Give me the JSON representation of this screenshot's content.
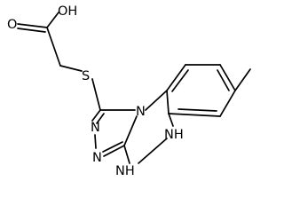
{
  "molecule": {
    "atoms": [
      {
        "id": "oh",
        "label": "OH"
      },
      {
        "id": "o_carbonyl",
        "label": "O"
      },
      {
        "id": "s_thioether",
        "label": "S"
      },
      {
        "id": "n1",
        "label": "N"
      },
      {
        "id": "n2",
        "label": "N"
      },
      {
        "id": "n3",
        "label": "N"
      },
      {
        "id": "nh_upper",
        "label": "NH"
      },
      {
        "id": "nh_lower",
        "label": "NH"
      }
    ]
  }
}
